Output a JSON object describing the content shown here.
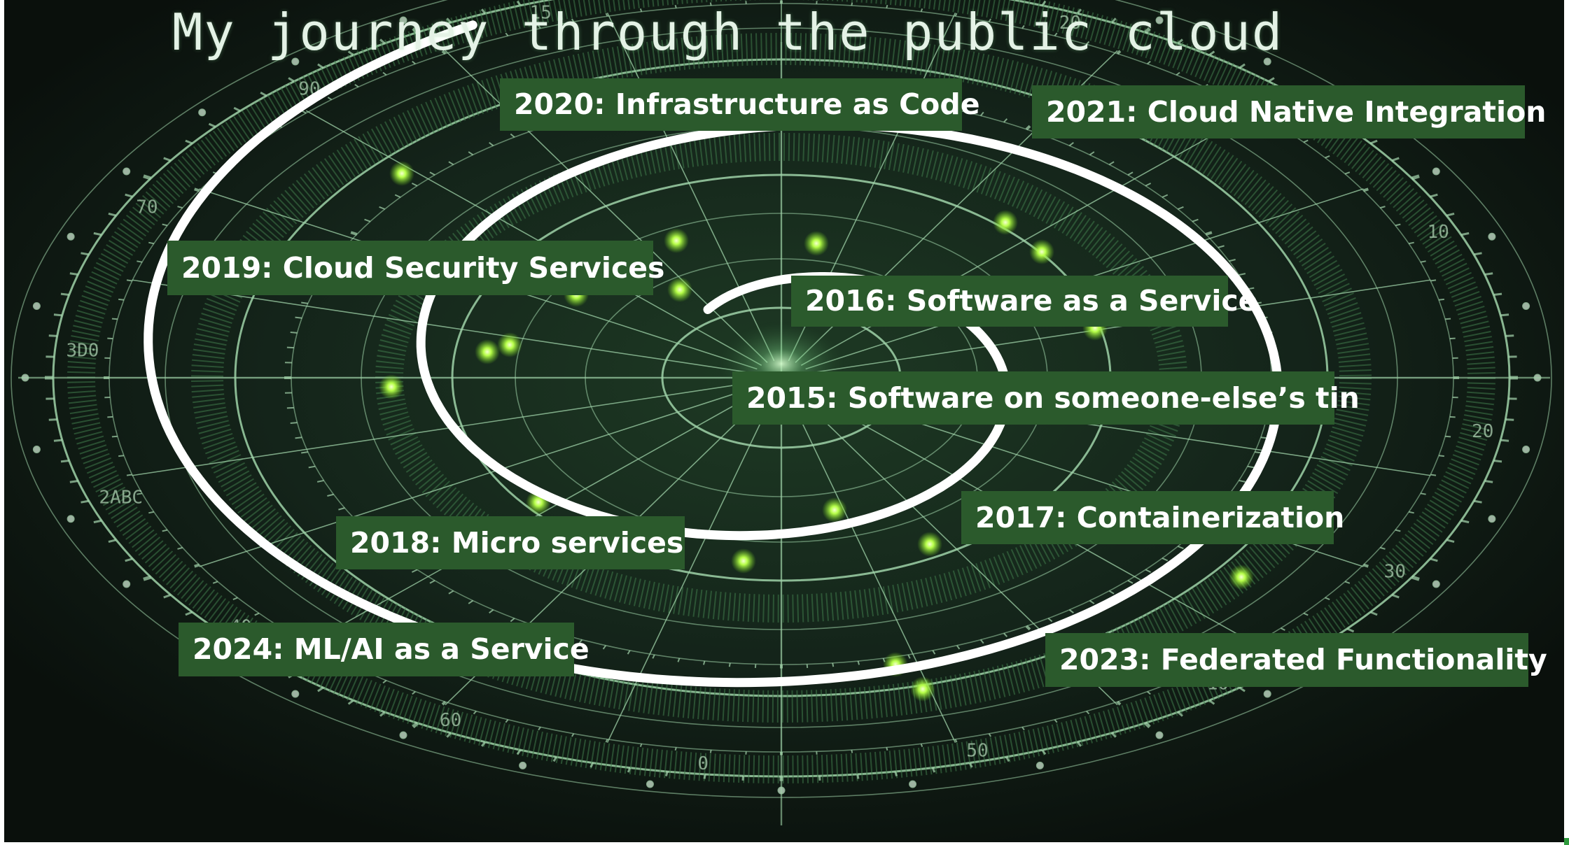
{
  "title": "My journey through the public cloud",
  "milestones": [
    {
      "id": "2015",
      "label": "2015: Software on someone-else’s tin"
    },
    {
      "id": "2016",
      "label": "2016: Software as a Service"
    },
    {
      "id": "2017",
      "label": "2017: Containerization"
    },
    {
      "id": "2018",
      "label": "2018: Micro services"
    },
    {
      "id": "2019",
      "label": "2019: Cloud Security Services"
    },
    {
      "id": "2020",
      "label": "2020: Infrastructure as Code"
    },
    {
      "id": "2021",
      "label": "2021: Cloud Native Integration"
    },
    {
      "id": "2023",
      "label": "2023: Federated Functionality"
    },
    {
      "id": "2024",
      "label": "2024: ML/AI as a Service"
    }
  ],
  "colors": {
    "background": "#0c1410",
    "label_fill": "#2b5a2c",
    "label_text": "#ffffff",
    "spiral": "#ffffff",
    "radar_lines": "#8fc79a",
    "blips": "#b8ff4a"
  }
}
